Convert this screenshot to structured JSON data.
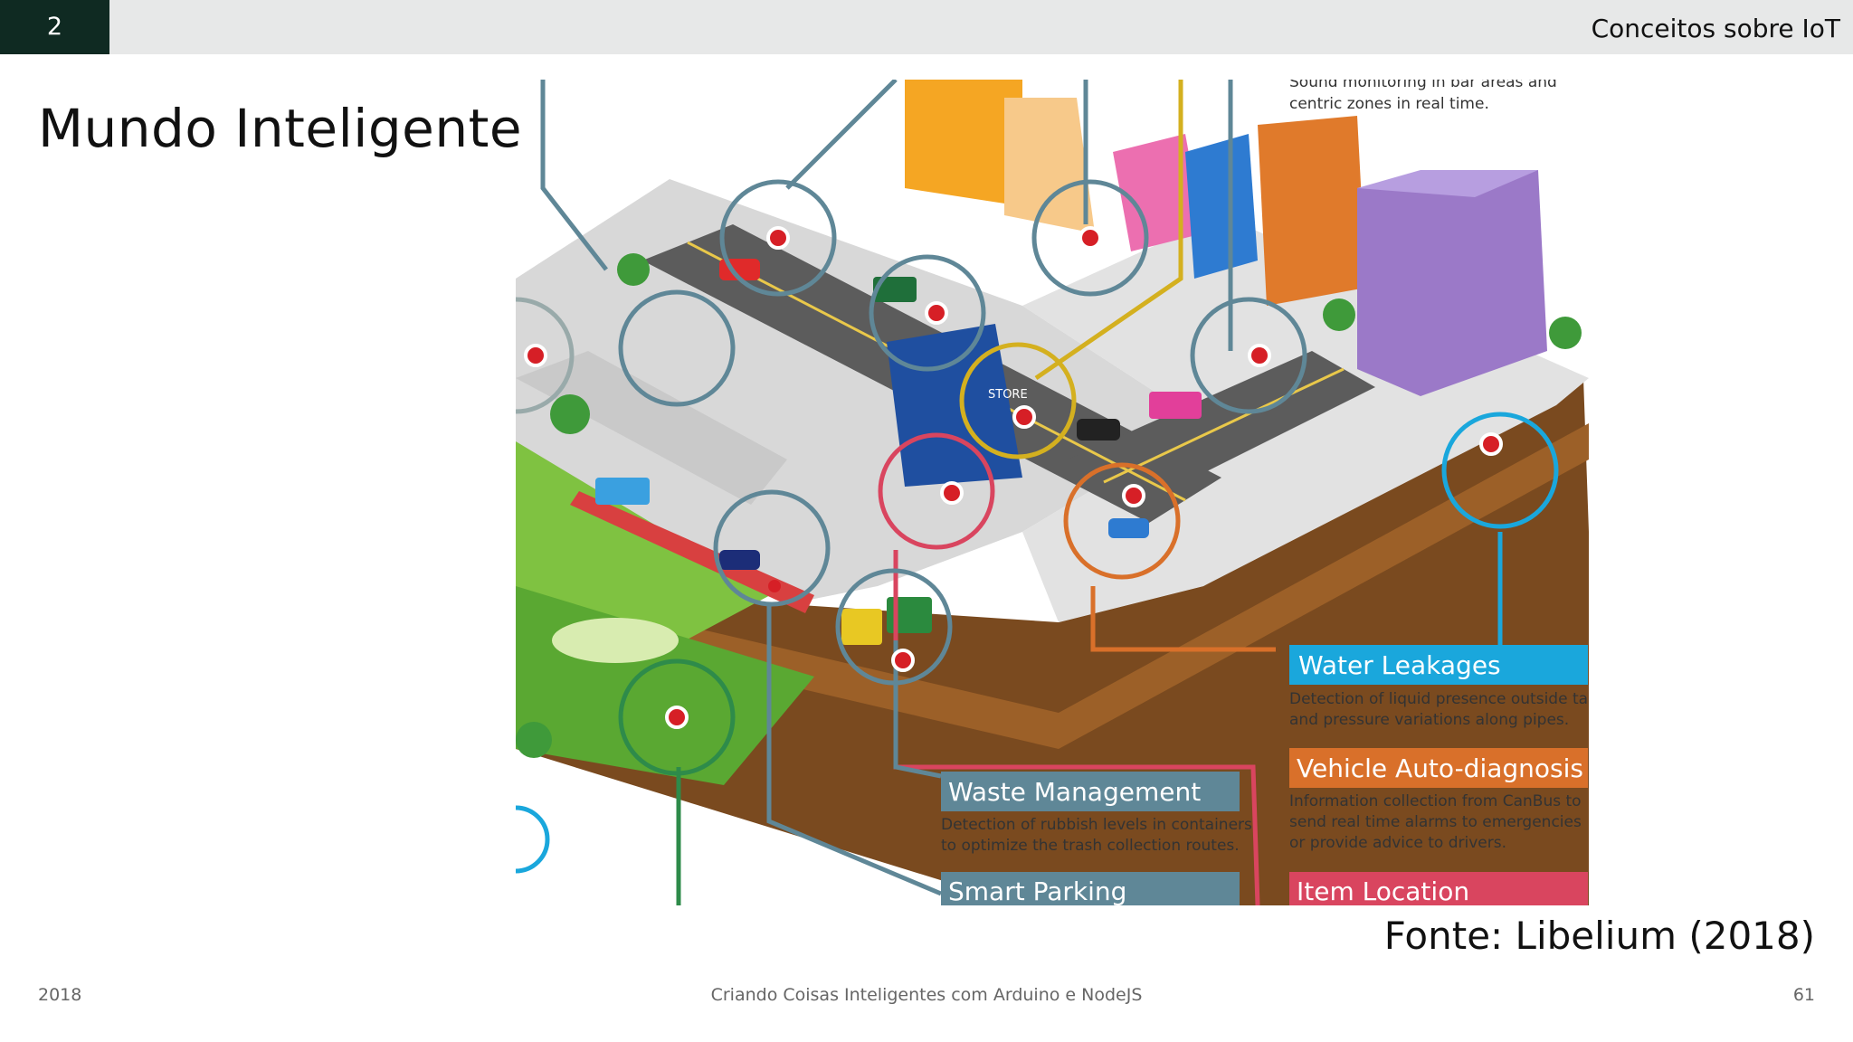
{
  "header": {
    "section_number": "2",
    "title": "Conceitos sobre IoT"
  },
  "slide": {
    "title": "Mundo Inteligente"
  },
  "figure": {
    "top_caption": [
      "Sound monitoring in bar areas and",
      "centric zones in real time."
    ],
    "store_sign": "STORE",
    "labels": [
      {
        "title": "Water Leakages",
        "desc": [
          "Detection of liquid presence outside tanks",
          "and pressure variations along pipes."
        ],
        "color": "#1aa7dc"
      },
      {
        "title": "Vehicle Auto-diagnosis",
        "desc": [
          "Information collection from CanBus to",
          "send real time alarms to emergencies",
          "or provide advice to drivers."
        ],
        "color": "#d9702a"
      },
      {
        "title": "Waste Management",
        "desc": [
          "Detection of rubbish levels in containers",
          "to optimize the trash collection routes."
        ],
        "color": "#5f8797"
      },
      {
        "title": "Smart Parking",
        "color": "#5f8797"
      },
      {
        "title": "Item Location",
        "color": "#d9455f"
      }
    ]
  },
  "source": "Fonte: Libelium (2018)",
  "footer": {
    "year": "2018",
    "course": "Criando Coisas Inteligentes com Arduino e NodeJS",
    "page": "61"
  }
}
